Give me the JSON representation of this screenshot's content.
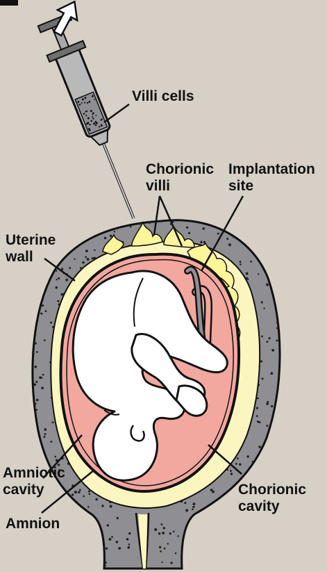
{
  "labels": {
    "villi_cells": "Villi cells",
    "chorionic_villi_1": "Chorionic",
    "chorionic_villi_2": "villi",
    "implantation_1": "Implantation",
    "implantation_2": "site",
    "uterine_wall_1": "Uterine",
    "uterine_wall_2": "wall",
    "amniotic_cavity_1": "Amniotic",
    "amniotic_cavity_2": "cavity",
    "amnion": "Amnion",
    "chorionic_cavity_1": "Chorionic",
    "chorionic_cavity_2": "cavity"
  },
  "colors": {
    "background": "#d7d0c7",
    "uterine_wall": "#8f8f93",
    "chorion_fluid": "#fbf6bf",
    "villi": "#fdf59a",
    "amniotic_fluid": "#f2a79f",
    "embryo": "#ffffff",
    "outline": "#111111"
  },
  "icons": {
    "syringe": "syringe-icon",
    "arrow": "arrow-up-icon"
  }
}
